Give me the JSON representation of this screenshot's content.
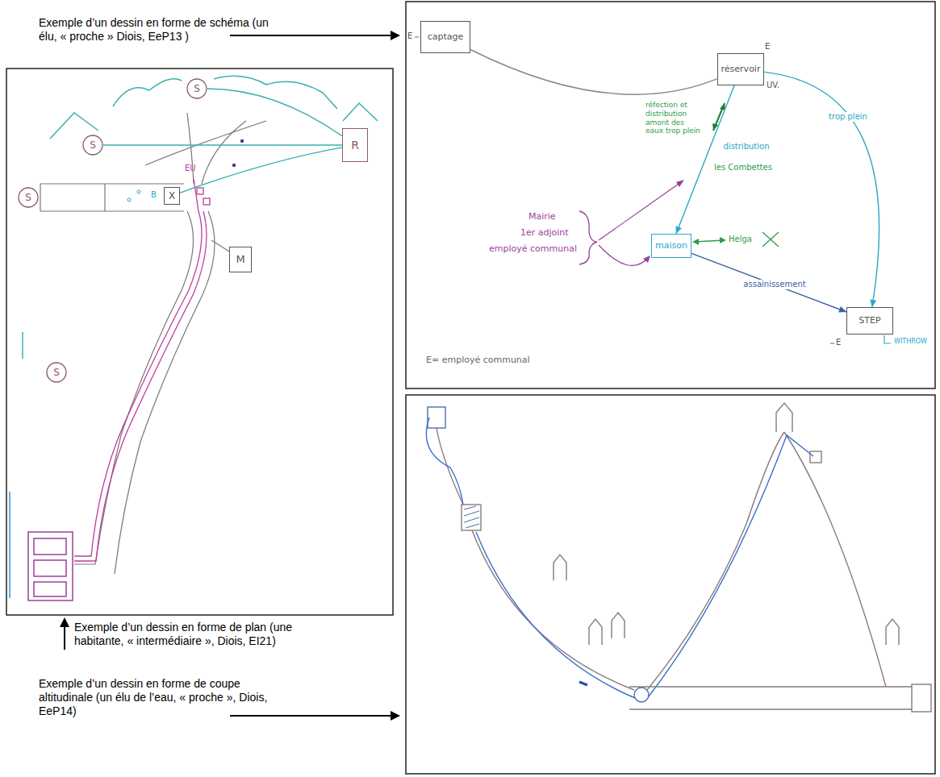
{
  "diagram": {
    "nodes": [
      {
        "text": [
          "captage"
        ]
      },
      {
        "text": [
          "réservoir"
        ]
      },
      {
        "text": [
          "maison"
        ]
      },
      {
        "text": [
          "STEP"
        ]
      },
      {
        "text": [
          "S"
        ]
      },
      {
        "text": [
          "S"
        ]
      },
      {
        "text": [
          "R"
        ]
      },
      {
        "text": [
          "S"
        ]
      },
      {
        "text": [
          "X"
        ]
      },
      {
        "text": [
          "M"
        ]
      },
      {
        "text": [
          "S"
        ]
      }
    ],
    "edges": [
      {
        "from": 0,
        "to": 1,
        "arrow": "none"
      },
      {
        "from": 1,
        "to": 2,
        "label": "distribution",
        "arrow": "to"
      },
      {
        "from": 1,
        "to": 3,
        "label": "trop plein",
        "arrow": "to"
      },
      {
        "from": 2,
        "to": 3,
        "label": "assainissement",
        "arrow": "to"
      },
      {
        "from": 4,
        "to": 6,
        "arrow": "none"
      },
      {
        "from": 5,
        "to": 6,
        "arrow": "none"
      },
      {
        "from": 8,
        "to": 6,
        "arrow": "none"
      }
    ],
    "labels": [
      "Exemple d’un dessin en forme de schéma (un élu, « proche » Diois, EeP13 )",
      "Exemple d’un dessin en forme de plan (une habitante, « intermédiaire », Diois, EI21)",
      "Exemple d’un dessin en forme de coupe altitudinale (un élu de l’eau, « proche », Diois, EeP14)",
      "E",
      "E",
      "UV.",
      "réfection et distribution amont des eaux trop plein",
      "les Combettes",
      "Mairie",
      "1er adjoint",
      "employé communal",
      "Helga",
      "E",
      "WITHROW",
      "E= employé communal",
      "EU",
      "B"
    ]
  }
}
